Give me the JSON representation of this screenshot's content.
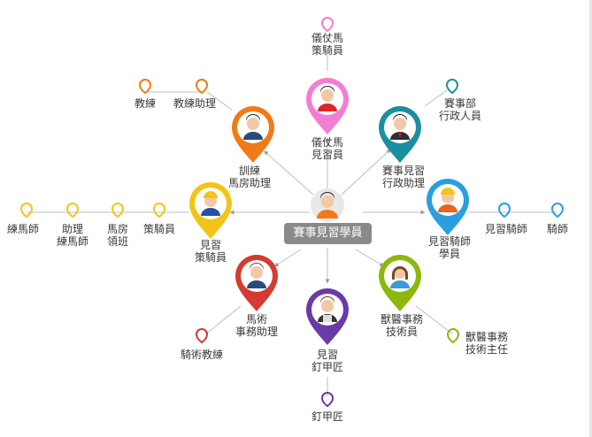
{
  "center": {
    "label": "賽事見習學員"
  },
  "colors": {
    "line": "#bdbdbd",
    "center_badge": "#8a8a8a",
    "pink": "#f27ed3",
    "teal": "#1a8fa0",
    "orange": "#f07a18",
    "yellow": "#f2c418",
    "blue": "#2a9fe0",
    "red": "#d63a30",
    "purple": "#6a3aa8",
    "green": "#8cb80e"
  },
  "nodes": {
    "ceremony_trainee": {
      "label": "儀仗馬\n見習員"
    },
    "ceremony_rider": {
      "label": "儀仗馬\n策騎員"
    },
    "admin_trainee": {
      "label": "賽事見習\n行政助理"
    },
    "admin_staff": {
      "label": "賽事部\n行政人員"
    },
    "training_assistant": {
      "label": "訓練\n馬房助理"
    },
    "coach": {
      "label": "教練"
    },
    "coach_assistant": {
      "label": "教練助理"
    },
    "rider_trainee": {
      "label": "見習\n策騎員"
    },
    "rider": {
      "label": "策騎員"
    },
    "stable_supervisor": {
      "label": "馬房\n領班"
    },
    "assistant_trainer": {
      "label": "助理\n練馬師"
    },
    "trainer": {
      "label": "練馬師"
    },
    "jockey_trainee": {
      "label": "見習騎師\n學員"
    },
    "apprentice_jockey": {
      "label": "見習騎師"
    },
    "jockey": {
      "label": "騎師"
    },
    "riding_assistant": {
      "label": "馬術\n事務助理"
    },
    "riding_instructor": {
      "label": "騎術教練"
    },
    "farrier_trainee": {
      "label": "見習\n釘甲匠"
    },
    "farrier": {
      "label": "釘甲匠"
    },
    "vet_technician": {
      "label": "獸醫事務\n技術員"
    },
    "vet_supervisor": {
      "label": "獸醫事務\n技術主任"
    }
  }
}
